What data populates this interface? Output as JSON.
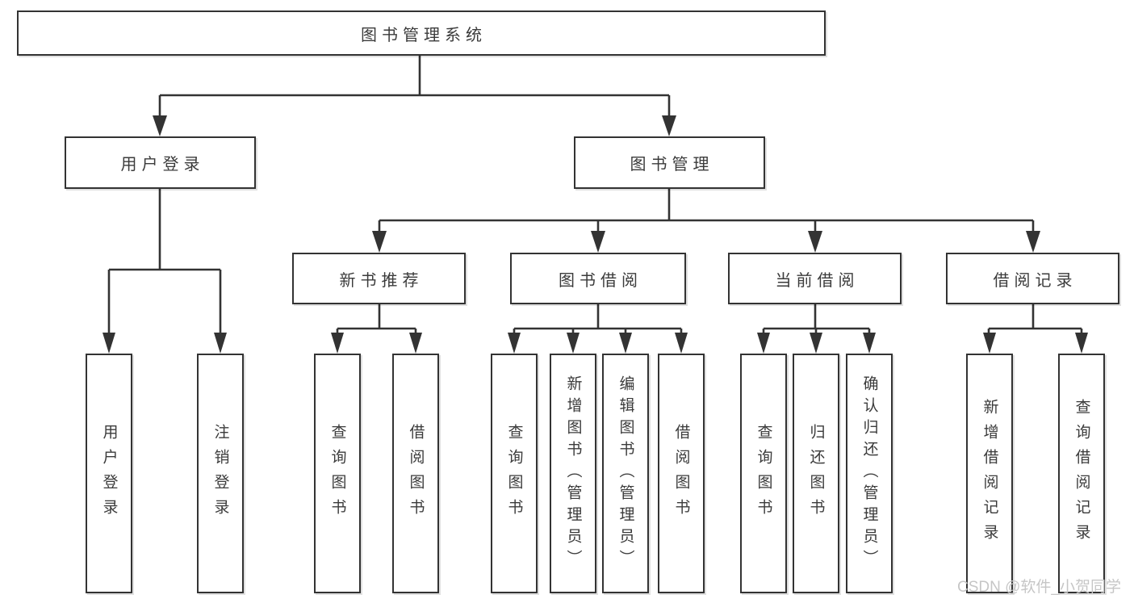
{
  "diagram": {
    "title": "图书管理系统",
    "level2": [
      {
        "label": "用户登录"
      },
      {
        "label": "图书管理"
      }
    ],
    "level3": [
      {
        "label": "新书推荐"
      },
      {
        "label": "图书借阅"
      },
      {
        "label": "当前借阅"
      },
      {
        "label": "借阅记录"
      }
    ],
    "leaves": [
      {
        "label": "用户登录"
      },
      {
        "label": "注销登录"
      },
      {
        "label": "查询图书"
      },
      {
        "label": "借阅图书"
      },
      {
        "label": "查询图书"
      },
      {
        "label": "新增图书（管理员）"
      },
      {
        "label": "编辑图书（管理员）"
      },
      {
        "label": "借阅图书"
      },
      {
        "label": "查询图书"
      },
      {
        "label": "归还图书"
      },
      {
        "label": "确认归还（管理员）"
      },
      {
        "label": "新增借阅记录"
      },
      {
        "label": "查询借阅记录"
      }
    ],
    "watermark": "CSDN @软件_小贺同学",
    "colors": {
      "line": "#333333",
      "box_border": "#333333",
      "text": "#3b3b3b",
      "watermark": "#c6c6c6",
      "background": "#ffffff"
    }
  }
}
